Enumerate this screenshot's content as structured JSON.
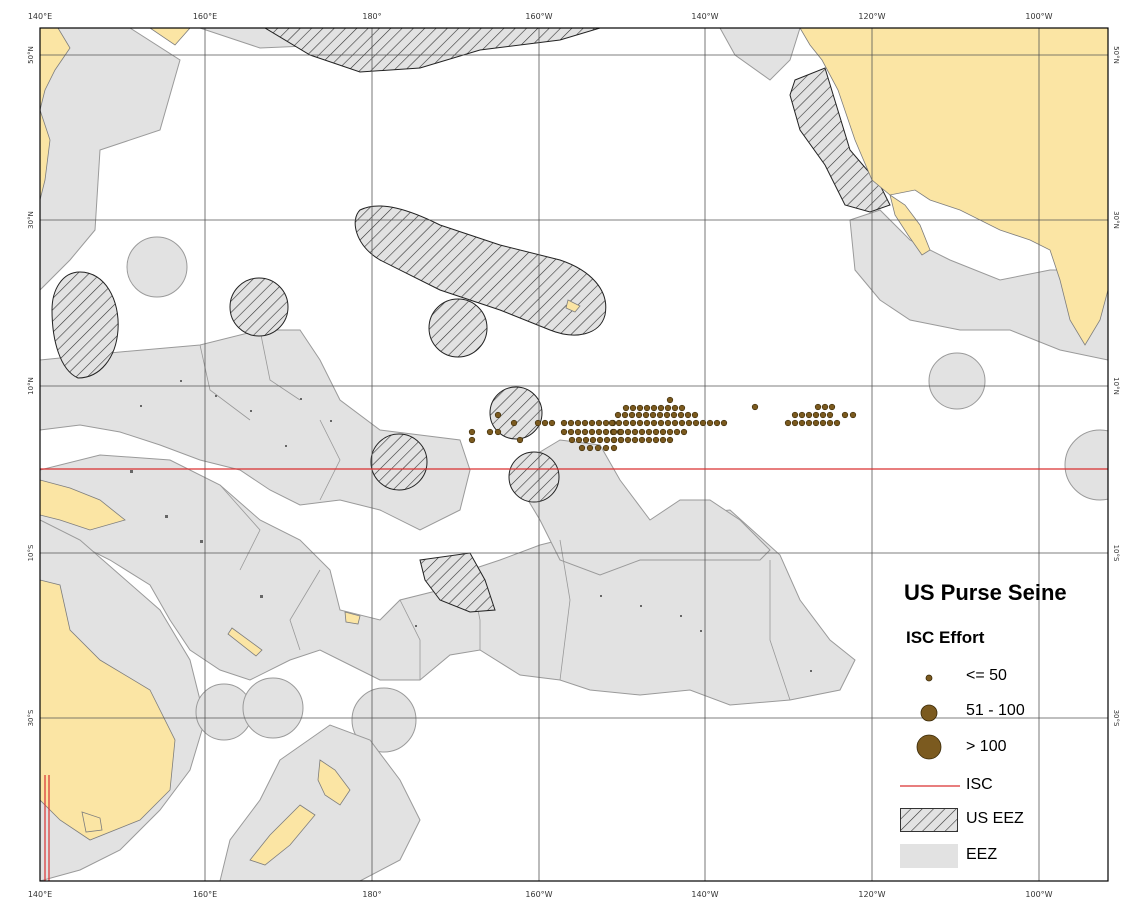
{
  "colors": {
    "ocean": "#ffffff",
    "land": "#fbe5a4",
    "eez": "#e2e2e2",
    "us_eez_hatch": "#333333",
    "isc_line": "#d93030",
    "effort_marker": "#7b5a1f",
    "grid": "#444444"
  },
  "axes": {
    "lon_ticks": [
      "140°E",
      "160°E",
      "180°",
      "160°W",
      "140°W",
      "120°W",
      "100°W"
    ],
    "lat_ticks": [
      "50°N",
      "30°N",
      "10°N",
      "10°S",
      "30°S"
    ]
  },
  "legend": {
    "title": "US Purse Seine",
    "subtitle": "ISC Effort",
    "items": [
      {
        "label": "<= 50",
        "symbol": "circle-small"
      },
      {
        "label": "51 - 100",
        "symbol": "circle-medium"
      },
      {
        "label": "> 100",
        "symbol": "circle-large"
      },
      {
        "label": "ISC",
        "symbol": "red-line"
      },
      {
        "label": "US EEZ",
        "symbol": "hatched-box"
      },
      {
        "label": "EEZ",
        "symbol": "grey-box"
      }
    ]
  }
}
